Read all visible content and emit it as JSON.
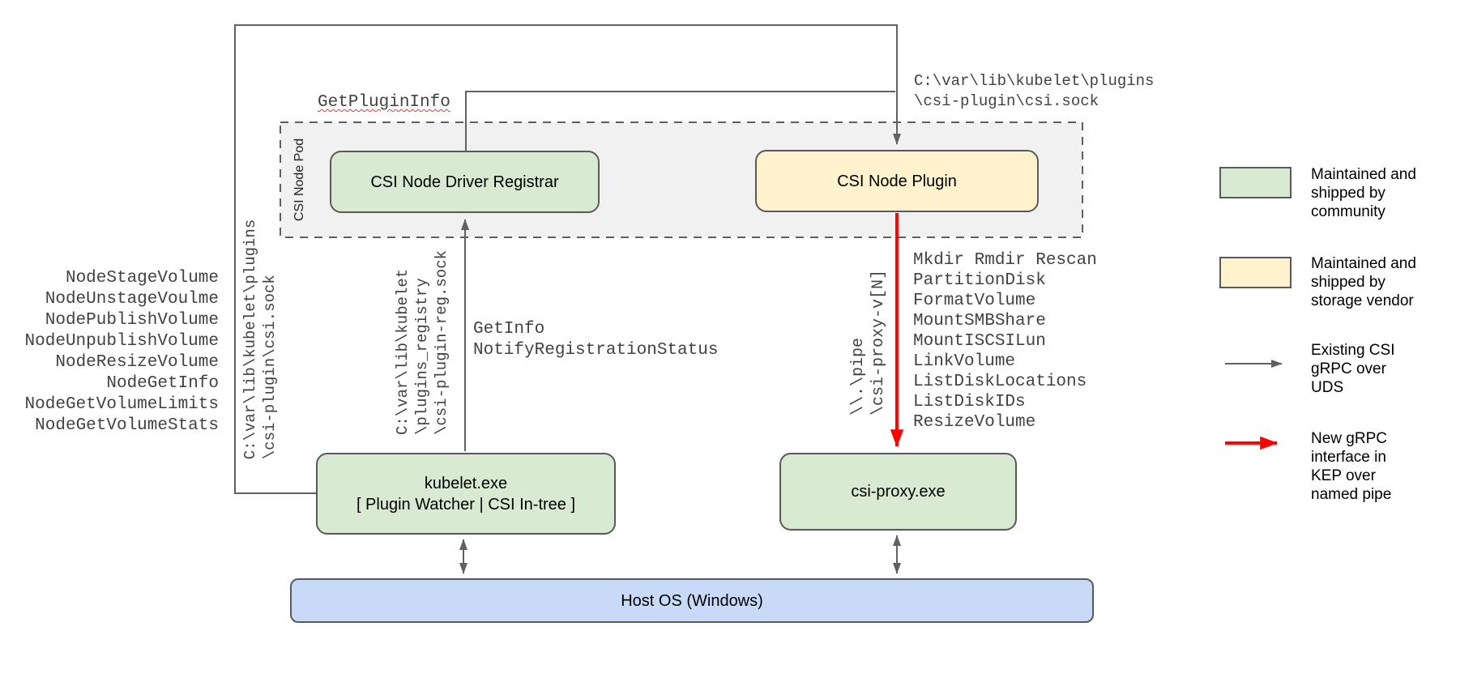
{
  "colors": {
    "community": "#d9ead3",
    "vendor": "#fff2cc",
    "host": "#c9daf8",
    "line": "#616161",
    "new_rpc": "#ff0000",
    "stroke": "#595959"
  },
  "boxes": {
    "pod": {
      "label": "CSI Node Pod"
    },
    "registrar": {
      "label": "CSI Node Driver Registrar"
    },
    "plugin": {
      "label": "CSI Node Plugin"
    },
    "kubelet": {
      "line1": "kubelet.exe",
      "line2": "[ Plugin Watcher | CSI In-tree ]"
    },
    "csi_proxy": {
      "label": "csi-proxy.exe"
    },
    "host_os": {
      "label": "Host OS (Windows)"
    }
  },
  "labels": {
    "get_plugin_info": "GetPluginInfo",
    "csi_sock_top": "C:\\var\\lib\\kubelet\\plugins\n\\csi-plugin\\csi.sock",
    "csi_sock_left": "C:\\var\\lib\\kubelet\\plugins\n\\csi-plugin\\csi.sock",
    "reg_sock": "C:\\var\\lib\\kubelet\n\\plugins_registry\n\\csi-plugin-reg.sock",
    "pipe": "\\\\.\\pipe\n\\csi-proxy-v[N]",
    "kubelet_registrar_calls": "GetInfo\nNotifyRegistrationStatus"
  },
  "node_methods": [
    "NodeStageVolume",
    "NodeUnstageVoulme",
    "NodePublishVolume",
    "NodeUnpublishVolume",
    "NodeResizeVolume",
    "NodeGetInfo",
    "NodeGetVolumeLimits",
    "NodeGetVolumeStats"
  ],
  "proxy_methods": [
    "Mkdir Rmdir Rescan",
    "PartitionDisk",
    "FormatVolume",
    "MountSMBShare",
    "MountISCSILun",
    "LinkVolume",
    "ListDiskLocations",
    "ListDiskIDs",
    "ResizeVolume"
  ],
  "legend": [
    {
      "text": "Maintained and\nshipped by\ncommunity"
    },
    {
      "text": "Maintained and\nshipped by\nstorage vendor"
    },
    {
      "text": "Existing CSI\ngRPC over\nUDS"
    },
    {
      "text": "New gRPC\ninterface in\nKEP over\nnamed pipe"
    }
  ]
}
